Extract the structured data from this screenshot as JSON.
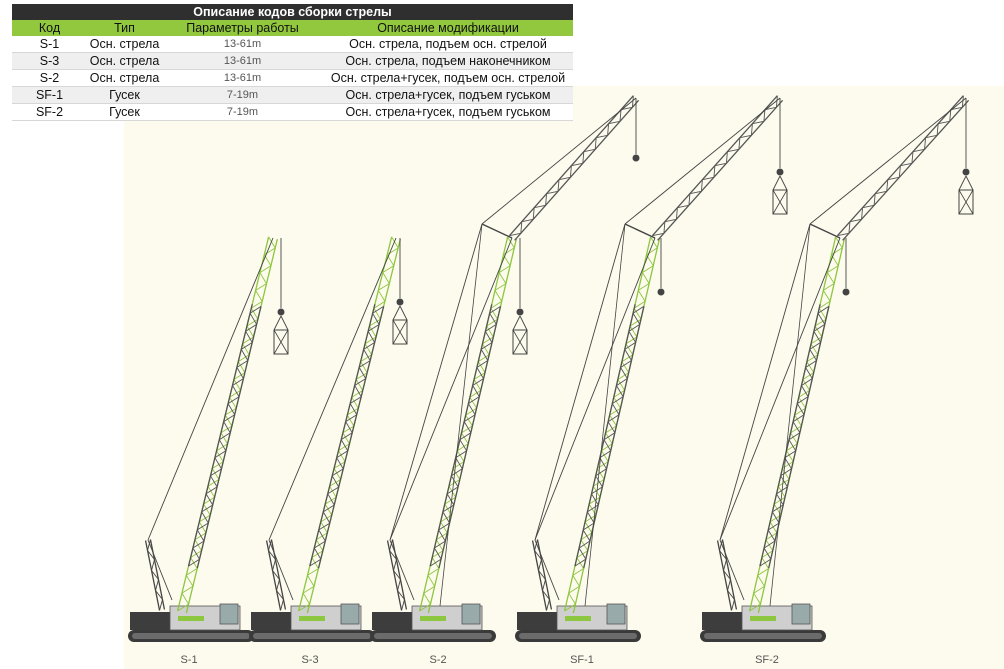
{
  "table": {
    "title": "Описание кодов сборки стрелы",
    "headers": [
      "Код",
      "Тип",
      "Параметры работы",
      "Описание  модификации"
    ],
    "rows": [
      [
        "S-1",
        "Осн. стрела",
        "13-61m",
        "Осн. стрела, подъем осн. стрелой"
      ],
      [
        "S-3",
        "Осн. стрела",
        "13-61m",
        "Осн. стрела, подъем наконечником"
      ],
      [
        "S-2",
        "Осн. стрела",
        "13-61m",
        "Осн. стрела+гусек, подъем осн. стрелой"
      ],
      [
        "SF-1",
        "Гусек",
        "7-19m",
        "Осн. стрела+гусек, подъем гуськом"
      ],
      [
        "SF-2",
        "Гусек",
        "7-19m",
        "Осн. стрела+гусек, подъем гуськом"
      ]
    ]
  },
  "cranes": [
    {
      "label": "S-1",
      "jib": false,
      "hook": "main"
    },
    {
      "label": "S-3",
      "jib": false,
      "hook": "tip"
    },
    {
      "label": "S-2",
      "jib": true,
      "hook": "main"
    },
    {
      "label": "SF-1",
      "jib": true,
      "hook": "jib"
    },
    {
      "label": "SF-2",
      "jib": true,
      "hook": "jib"
    }
  ],
  "colors": {
    "header_dark": "#2f2f2f",
    "header_green": "#92c83e",
    "boom_green": "#8dc63f",
    "lattice": "#555555",
    "background": "#fdfbee"
  }
}
